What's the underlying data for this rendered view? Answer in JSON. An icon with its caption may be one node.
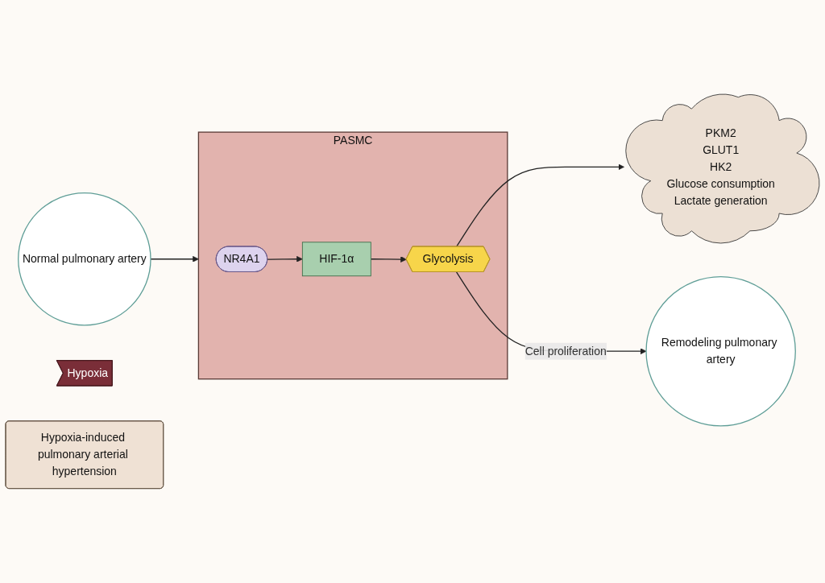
{
  "diagram": {
    "nodes": [
      {
        "text": [
          "Normal pulmonary artery"
        ]
      },
      {
        "text": [
          "Remodeling pulmonary artery"
        ]
      },
      {
        "text": [
          "Hypoxia"
        ]
      },
      {
        "text": [
          "PASMC"
        ]
      },
      {
        "text": [
          "NR4A1"
        ],
        "in": 3
      },
      {
        "text": [
          "HIF-1α"
        ],
        "in": 3
      },
      {
        "text": [
          "Glycolysis"
        ],
        "in": 3
      },
      {
        "text": [
          "PKM2",
          "GLUT1",
          "HK2",
          "Glucose consumption",
          "Lactate generation"
        ]
      },
      {
        "text": [
          "Hypoxia-induced pulmonary arterial hypertension"
        ]
      }
    ],
    "edges": [
      {
        "from": 0,
        "to": 3,
        "arrow": "to"
      },
      {
        "from": 4,
        "to": 5,
        "arrow": "to"
      },
      {
        "from": 5,
        "to": 6,
        "arrow": "to"
      },
      {
        "from": 6,
        "to": 7,
        "arrow": "to"
      },
      {
        "from": 6,
        "to": 1,
        "label": "Cell proliferation",
        "arrow": "to"
      }
    ]
  }
}
